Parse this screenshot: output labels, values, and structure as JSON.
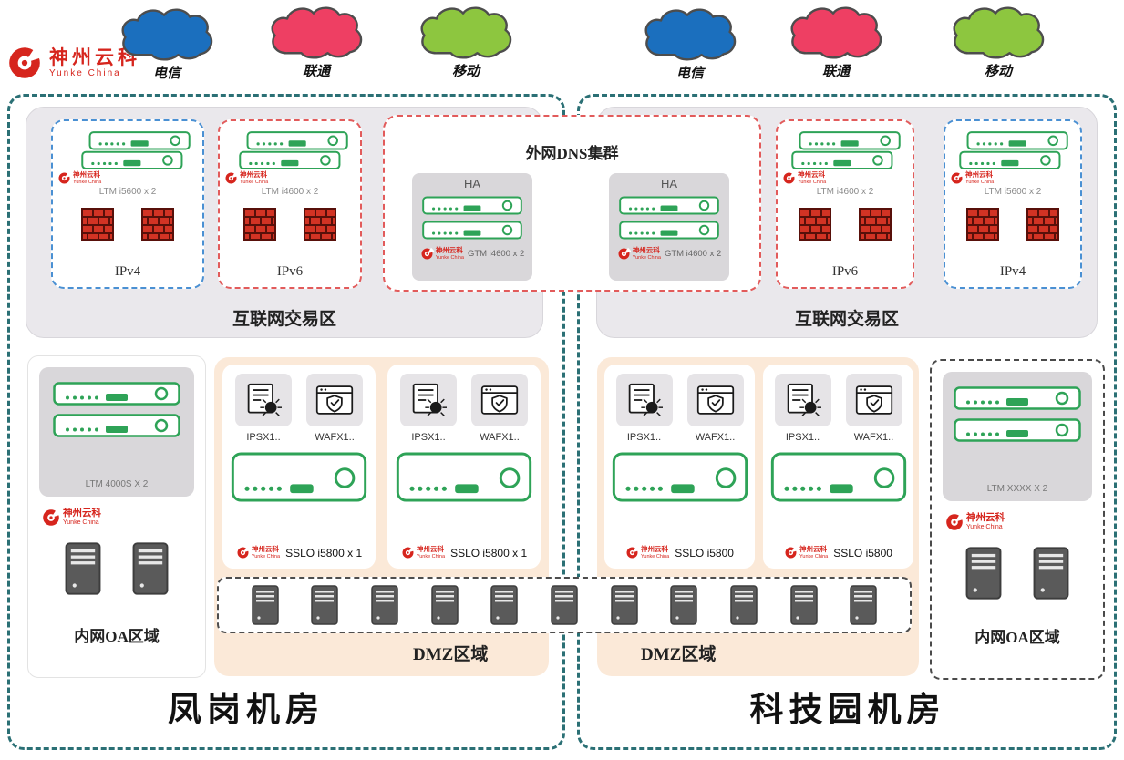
{
  "brand": {
    "name": "神州云科",
    "sub": "Yunke China"
  },
  "providers": [
    {
      "label": "电信",
      "color": "#1b6fbe"
    },
    {
      "label": "联通",
      "color": "#ee3f63"
    },
    {
      "label": "移动",
      "color": "#8dc63f"
    },
    {
      "label": "电信",
      "color": "#1b6fbe"
    },
    {
      "label": "联通",
      "color": "#ee3f63"
    },
    {
      "label": "移动",
      "color": "#8dc63f"
    }
  ],
  "dns_cluster": {
    "title": "外网DNS集群",
    "ha_left": {
      "label": "HA",
      "device": "GTM i4600 x 2"
    },
    "ha_right": {
      "label": "HA",
      "device": "GTM i4600 x 2"
    }
  },
  "dc_left": {
    "title": "凤岗机房",
    "internet_zone": {
      "label": "互联网交易区",
      "ipv4": {
        "device": "LTM i5600 x 2",
        "label": "IPv4"
      },
      "ipv6": {
        "device": "LTM i4600 x 2",
        "label": "IPv6"
      }
    },
    "oa_zone": {
      "device": "LTM 4000S X 2",
      "label": "内网OA区域"
    },
    "dmz": {
      "label": "DMZ区域",
      "cards": [
        {
          "ips": "IPSX1..",
          "waf": "WAFX1..",
          "device": "SSLO i5800 x 1"
        },
        {
          "ips": "IPSX1..",
          "waf": "WAFX1..",
          "device": "SSLO i5800 x 1"
        }
      ]
    }
  },
  "dc_right": {
    "title": "科技园机房",
    "internet_zone": {
      "label": "互联网交易区",
      "ipv6": {
        "device": "LTM i4600 x 2",
        "label": "IPv6"
      },
      "ipv4": {
        "device": "LTM i5600 x 2",
        "label": "IPv4"
      }
    },
    "oa_zone": {
      "device": "LTM XXXX X 2",
      "label": "内网OA区域"
    },
    "dmz": {
      "label": "DMZ区域",
      "cards": [
        {
          "ips": "IPSX1..",
          "waf": "WAFX1..",
          "device": "SSLO i5800"
        },
        {
          "ips": "IPSX1..",
          "waf": "WAFX1..",
          "device": "SSLO i5800"
        }
      ]
    }
  },
  "colors": {
    "dc_border": "#2b7075",
    "internet_zone_bg": "#eae8ec",
    "dmz_bg": "#fbe9d8",
    "brand_red": "#d6251d",
    "device_green": "#2ea357",
    "firewall_red": "#d23324",
    "ipv4_border": "#4a90d3",
    "ipv6_border": "#e25b5b"
  }
}
